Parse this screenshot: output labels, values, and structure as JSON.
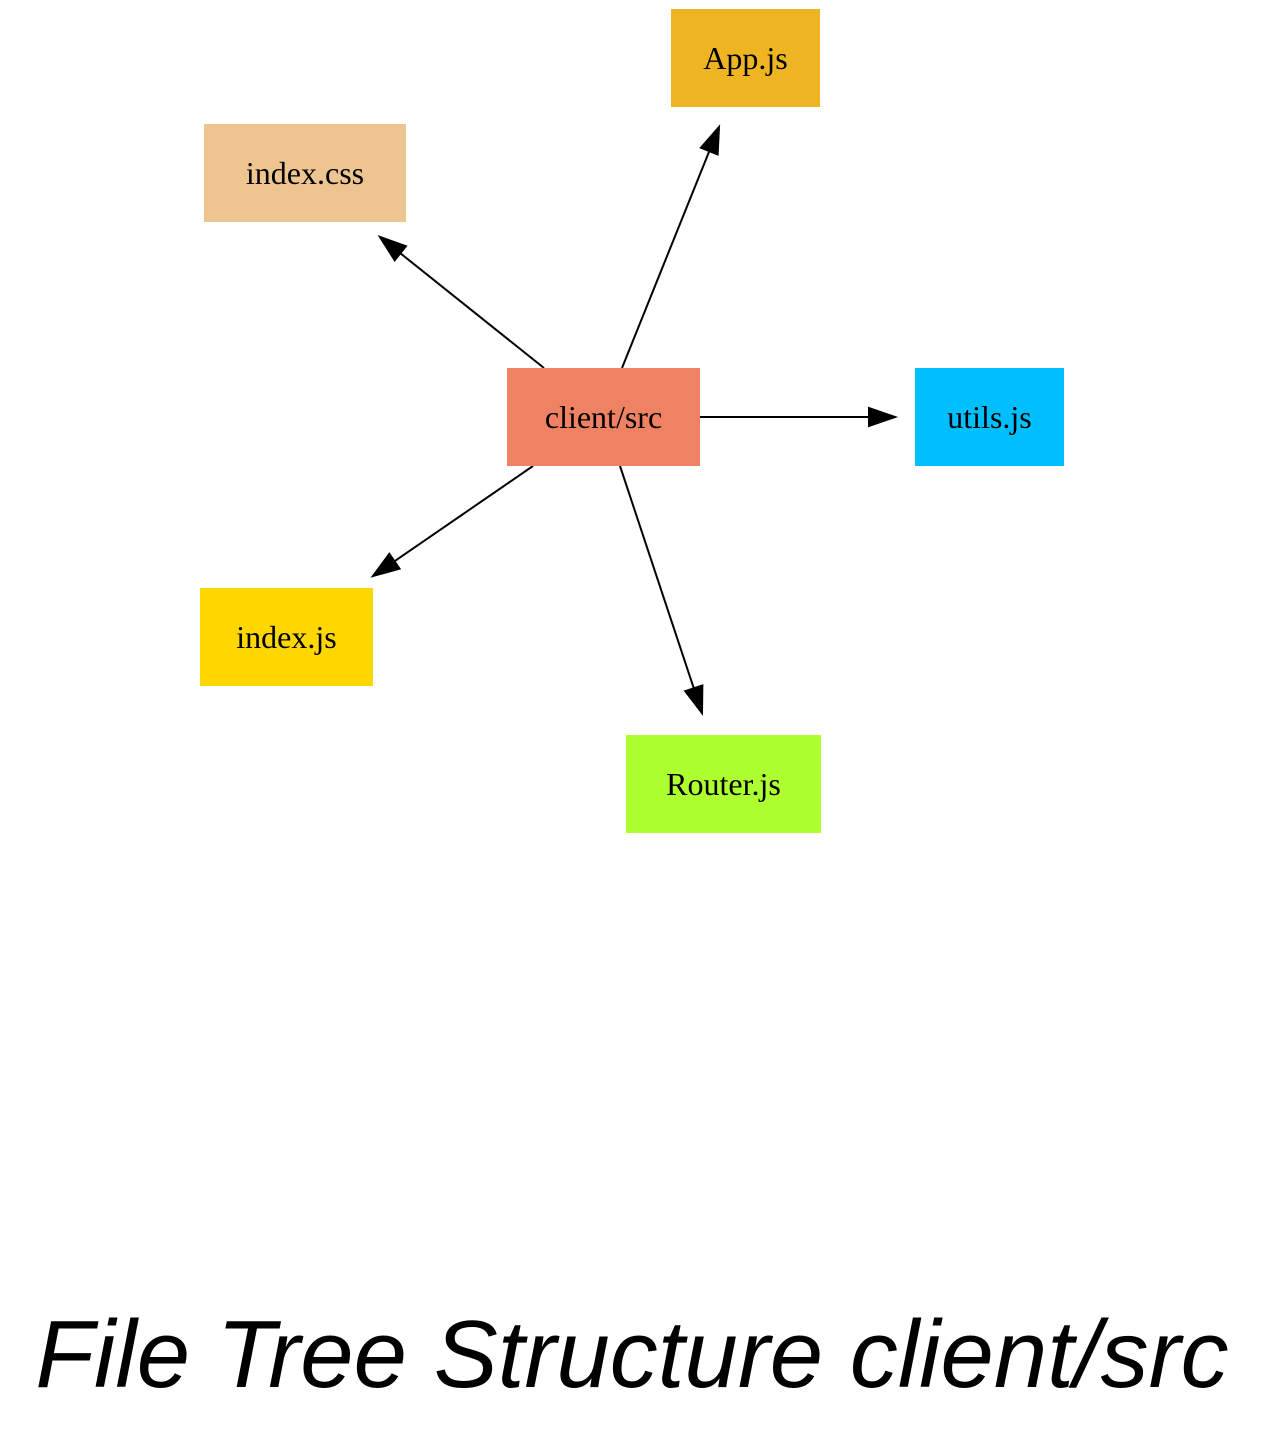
{
  "diagram": {
    "title": "File Tree Structure client/src",
    "nodes": [
      {
        "id": "client_src",
        "label": "client/src",
        "color": "#ee8262"
      },
      {
        "id": "app_js",
        "label": "App.js",
        "color": "#eeb422"
      },
      {
        "id": "index_css",
        "label": "index.css",
        "color": "#eec591"
      },
      {
        "id": "utils_js",
        "label": "utils.js",
        "color": "#00bfff"
      },
      {
        "id": "index_js",
        "label": "index.js",
        "color": "#ffd700"
      },
      {
        "id": "router_js",
        "label": "Router.js",
        "color": "#adff2f"
      }
    ],
    "edges": [
      {
        "from": "client_src",
        "to": "app_js"
      },
      {
        "from": "client_src",
        "to": "index_css"
      },
      {
        "from": "client_src",
        "to": "utils_js"
      },
      {
        "from": "client_src",
        "to": "index_js"
      },
      {
        "from": "client_src",
        "to": "router_js"
      }
    ]
  }
}
